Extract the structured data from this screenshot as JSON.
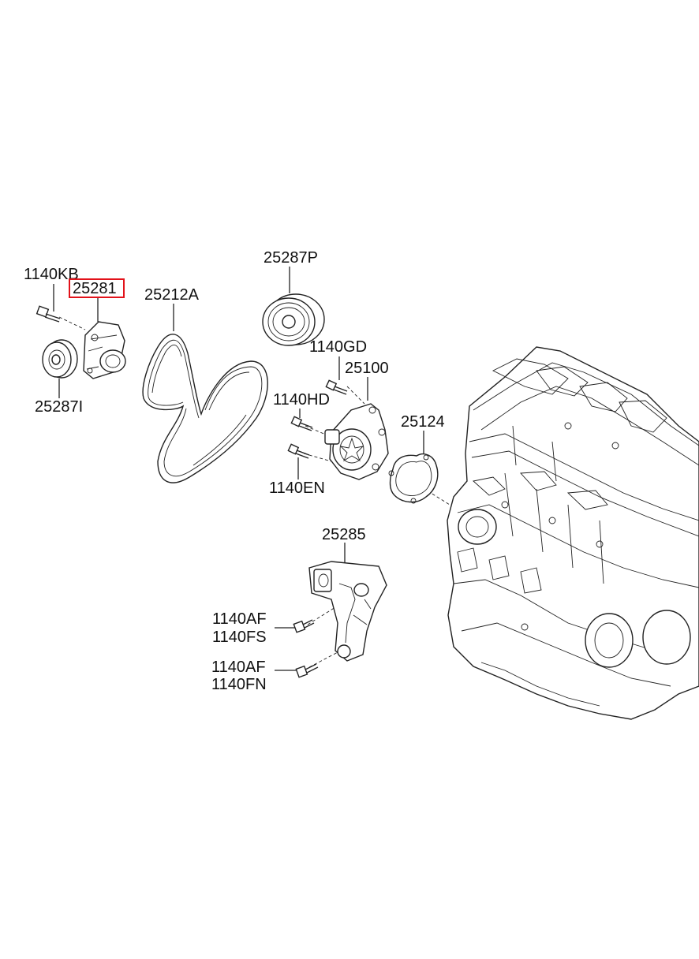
{
  "labels": {
    "l_1140KB": "1140KB",
    "l_25281": "25281",
    "l_25287I": "25287I",
    "l_25212A": "25212A",
    "l_25287P": "25287P",
    "l_1140GD": "1140GD",
    "l_25100": "25100",
    "l_1140HD": "1140HD",
    "l_1140EN": "1140EN",
    "l_25124": "25124",
    "l_25285": "25285",
    "l_1140AF_a": "1140AF",
    "l_1140FS": "1140FS",
    "l_1140AF_b": "1140AF",
    "l_1140FN": "1140FN"
  },
  "highlight": {
    "part": "25281",
    "color": "#e2121a"
  }
}
